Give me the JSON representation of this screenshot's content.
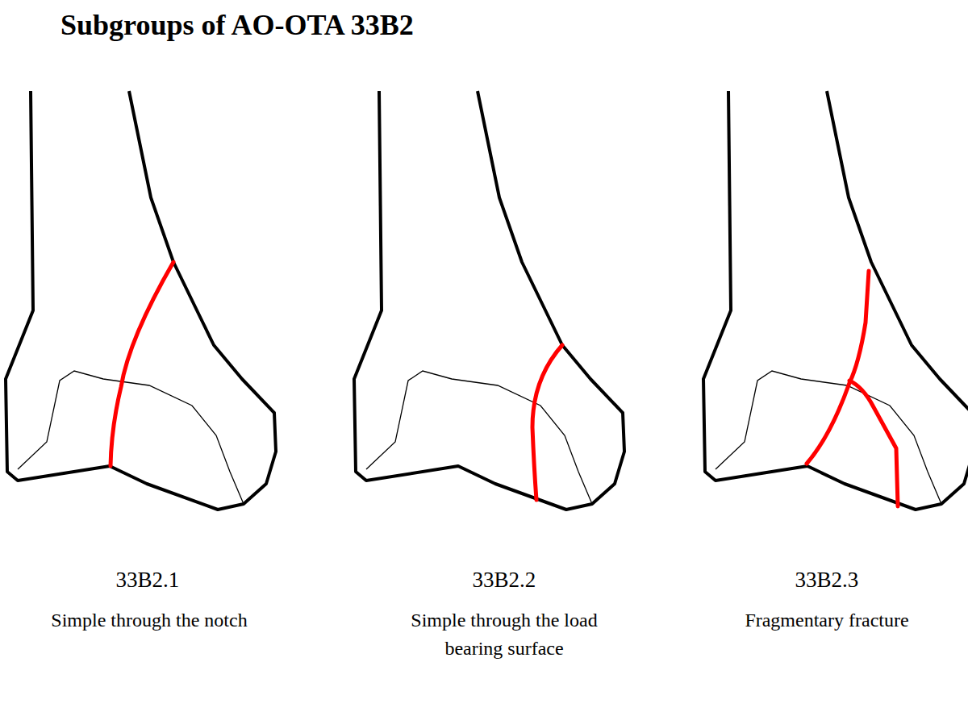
{
  "diagram": {
    "title": "Subgroups of AO-OTA 33B2",
    "labels": [
      "33B2.1",
      "Simple through the notch",
      "33B2.2",
      "Simple through the load bearing surface",
      "33B2.3",
      "Fragmentary fracture"
    ]
  }
}
